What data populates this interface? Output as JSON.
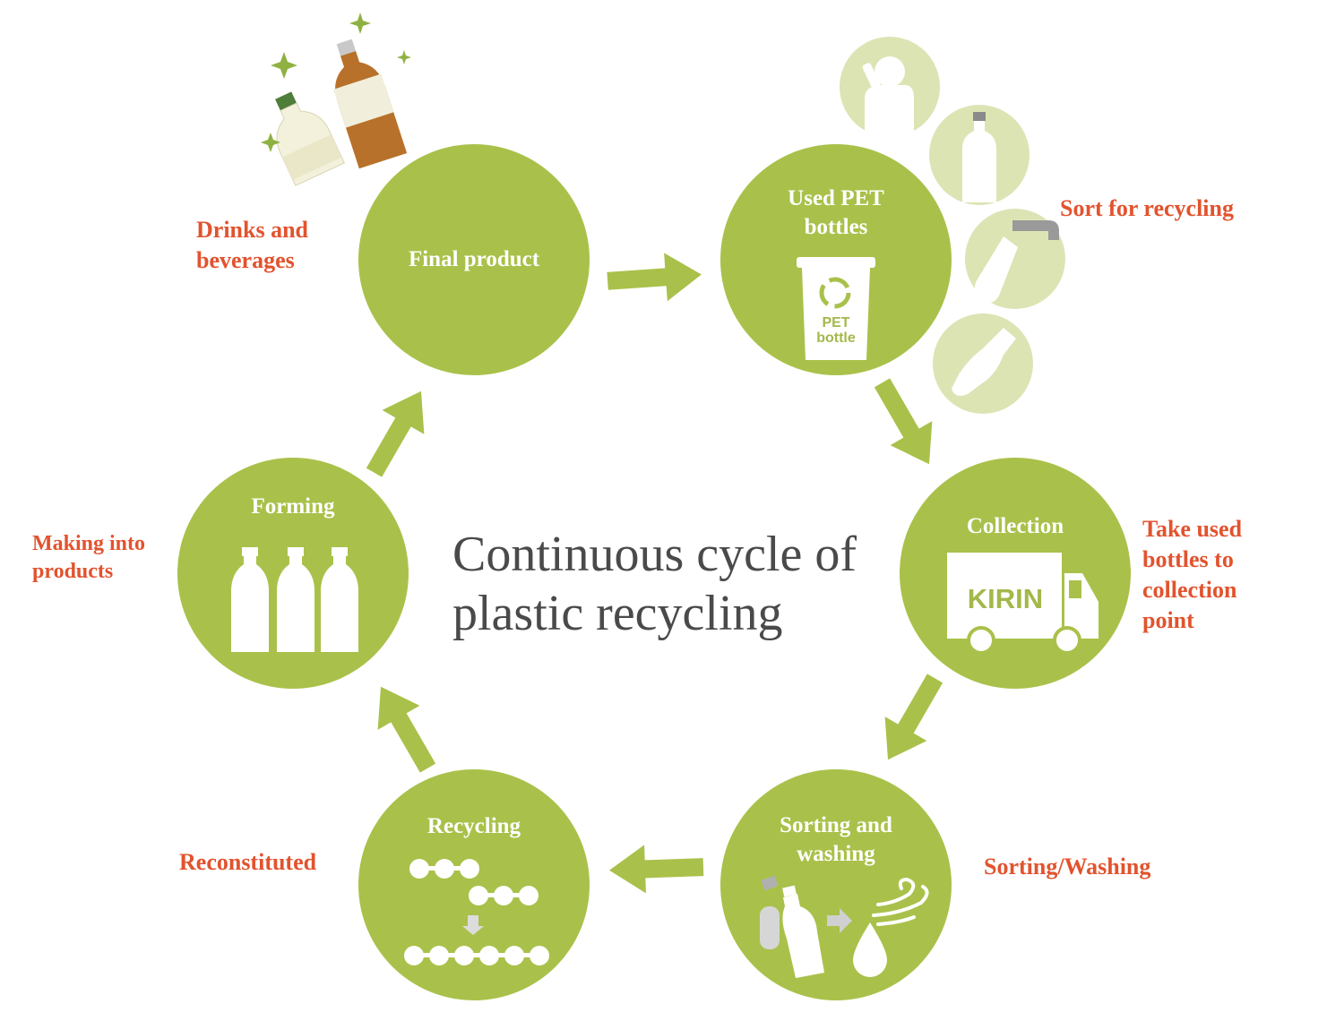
{
  "center_title": "Continuous cycle of\nplastic recycling",
  "colors": {
    "stage_green": "#a9c14a",
    "pale_green": "#dde4b4",
    "label_red": "#e2532e",
    "title_gray": "#4a4a4a"
  },
  "stages": [
    {
      "id": "final-product",
      "title": "Final product",
      "label": "Drinks and\nbeverages"
    },
    {
      "id": "used-pet",
      "title": "Used PET\nbottles",
      "label": "Sort for recycling"
    },
    {
      "id": "collection",
      "title": "Collection",
      "label": "Take used\nbottles to\ncollection\npoint"
    },
    {
      "id": "sorting",
      "title": "Sorting and\nwashing",
      "label": "Sorting/Washing"
    },
    {
      "id": "recycling",
      "title": "Recycling",
      "label": "Reconstituted"
    },
    {
      "id": "forming",
      "title": "Forming",
      "label": "Making into\nproducts"
    }
  ],
  "bin_label": "PET\nbottle",
  "truck_brand": "KIRIN",
  "icons": [
    "recycle-icon",
    "truck-icon",
    "bottle-icon",
    "water-drop-icon",
    "wind-icon",
    "person-drinking-icon",
    "tap-icon",
    "crushed-bottle-icon",
    "molecule-chain-icon",
    "sparkle-icon"
  ]
}
